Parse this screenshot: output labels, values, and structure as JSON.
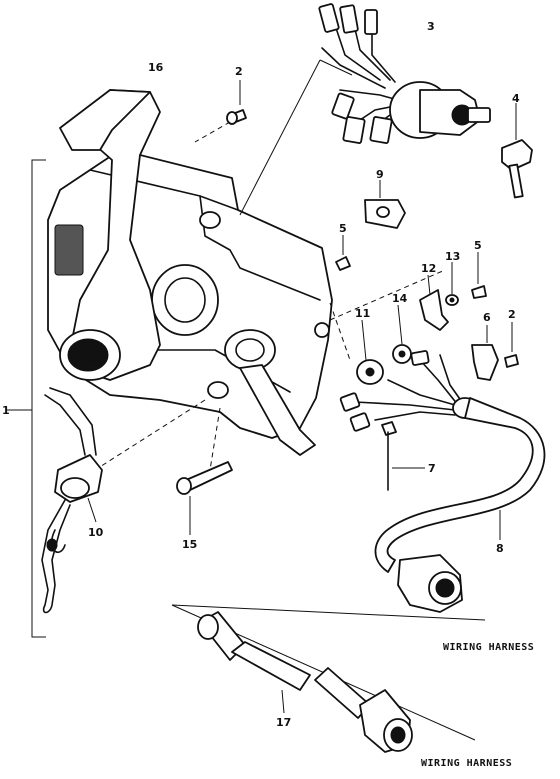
{
  "callouts": {
    "c1": "1",
    "c2a": "2",
    "c2b": "2",
    "c3": "3",
    "c4": "4",
    "c5a": "5",
    "c5b": "5",
    "c6": "6",
    "c7": "7",
    "c8": "8",
    "c9": "9",
    "c10": "10",
    "c11": "11",
    "c12": "12",
    "c13": "13",
    "c14": "14",
    "c15": "15",
    "c16": "16",
    "c17": "17"
  },
  "captions": {
    "harness_upper": "WIRING HARNESS",
    "harness_lower": "WIRING HARNESS"
  }
}
